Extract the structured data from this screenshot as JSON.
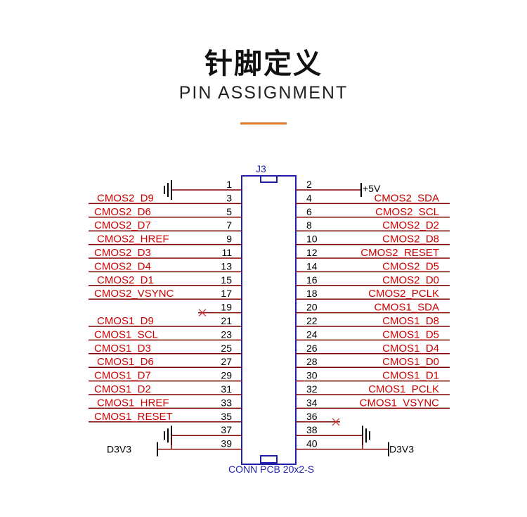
{
  "header": {
    "title_cn": "针脚定义",
    "title_en": "PIN ASSIGNMENT"
  },
  "colors": {
    "accent_rule": "#e07a2e",
    "wire": "#800000",
    "net_label": "#cc0000",
    "connector": "#1f1fa8",
    "pin_number": "#000000",
    "no_connect": "#cc3333"
  },
  "connector": {
    "designator": "J3",
    "part_name": "CONN PCB 20x2-S"
  },
  "power": {
    "plus5v": "+5V",
    "d3v3_left": "D3V3",
    "d3v3_right": "D3V3"
  },
  "rows": [
    {
      "left_pin": "1",
      "left_net": "",
      "left_type": "gnd",
      "right_pin": "2",
      "right_net": "",
      "right_type": "p5v"
    },
    {
      "left_pin": "3",
      "left_net": "CMOS2_D9",
      "left_type": "net",
      "right_pin": "4",
      "right_net": "CMOS2_SDA",
      "right_type": "net"
    },
    {
      "left_pin": "5",
      "left_net": "CMOS2_D6",
      "left_type": "net",
      "right_pin": "6",
      "right_net": "CMOS2_SCL",
      "right_type": "net"
    },
    {
      "left_pin": "7",
      "left_net": "CMOS2_D7",
      "left_type": "net",
      "right_pin": "8",
      "right_net": "CMOS2_D2",
      "right_type": "net"
    },
    {
      "left_pin": "9",
      "left_net": "CMOS2_HREF",
      "left_type": "net",
      "right_pin": "10",
      "right_net": "CMOS2_D8",
      "right_type": "net"
    },
    {
      "left_pin": "11",
      "left_net": "CMOS2_D3",
      "left_type": "net",
      "right_pin": "12",
      "right_net": "CMOS2_RESET",
      "right_type": "net"
    },
    {
      "left_pin": "13",
      "left_net": "CMOS2_D4",
      "left_type": "net",
      "right_pin": "14",
      "right_net": "CMOS2_D5",
      "right_type": "net"
    },
    {
      "left_pin": "15",
      "left_net": "CMOS2_D1",
      "left_type": "net",
      "right_pin": "16",
      "right_net": "CMOS2_D0",
      "right_type": "net"
    },
    {
      "left_pin": "17",
      "left_net": "CMOS2_VSYNC",
      "left_type": "net",
      "right_pin": "18",
      "right_net": "CMOS2_PCLK",
      "right_type": "net"
    },
    {
      "left_pin": "19",
      "left_net": "",
      "left_type": "nc",
      "right_pin": "20",
      "right_net": "CMOS1_SDA",
      "right_type": "net"
    },
    {
      "left_pin": "21",
      "left_net": "CMOS1_D9",
      "left_type": "net",
      "right_pin": "22",
      "right_net": "CMOS1_D8",
      "right_type": "net"
    },
    {
      "left_pin": "23",
      "left_net": "CMOS1_SCL",
      "left_type": "net",
      "right_pin": "24",
      "right_net": "CMOS1_D5",
      "right_type": "net"
    },
    {
      "left_pin": "25",
      "left_net": "CMOS1_D3",
      "left_type": "net",
      "right_pin": "26",
      "right_net": "CMOS1_D4",
      "right_type": "net"
    },
    {
      "left_pin": "27",
      "left_net": "CMOS1_D6",
      "left_type": "net",
      "right_pin": "28",
      "right_net": "CMOS1_D0",
      "right_type": "net"
    },
    {
      "left_pin": "29",
      "left_net": "CMOS1_D7",
      "left_type": "net",
      "right_pin": "30",
      "right_net": "CMOS1_D1",
      "right_type": "net"
    },
    {
      "left_pin": "31",
      "left_net": "CMOS1_D2",
      "left_type": "net",
      "right_pin": "32",
      "right_net": "CMOS1_PCLK",
      "right_type": "net"
    },
    {
      "left_pin": "33",
      "left_net": "CMOS1_HREF",
      "left_type": "net",
      "right_pin": "34",
      "right_net": "CMOS1_VSYNC",
      "right_type": "net"
    },
    {
      "left_pin": "35",
      "left_net": "CMOS1_RESET",
      "left_type": "net",
      "right_pin": "36",
      "right_net": "",
      "right_type": "nc"
    },
    {
      "left_pin": "37",
      "left_net": "",
      "left_type": "gnd",
      "right_pin": "38",
      "right_net": "",
      "right_type": "gnd"
    },
    {
      "left_pin": "39",
      "left_net": "",
      "left_type": "d3v3",
      "right_pin": "40",
      "right_net": "",
      "right_type": "d3v3"
    }
  ]
}
